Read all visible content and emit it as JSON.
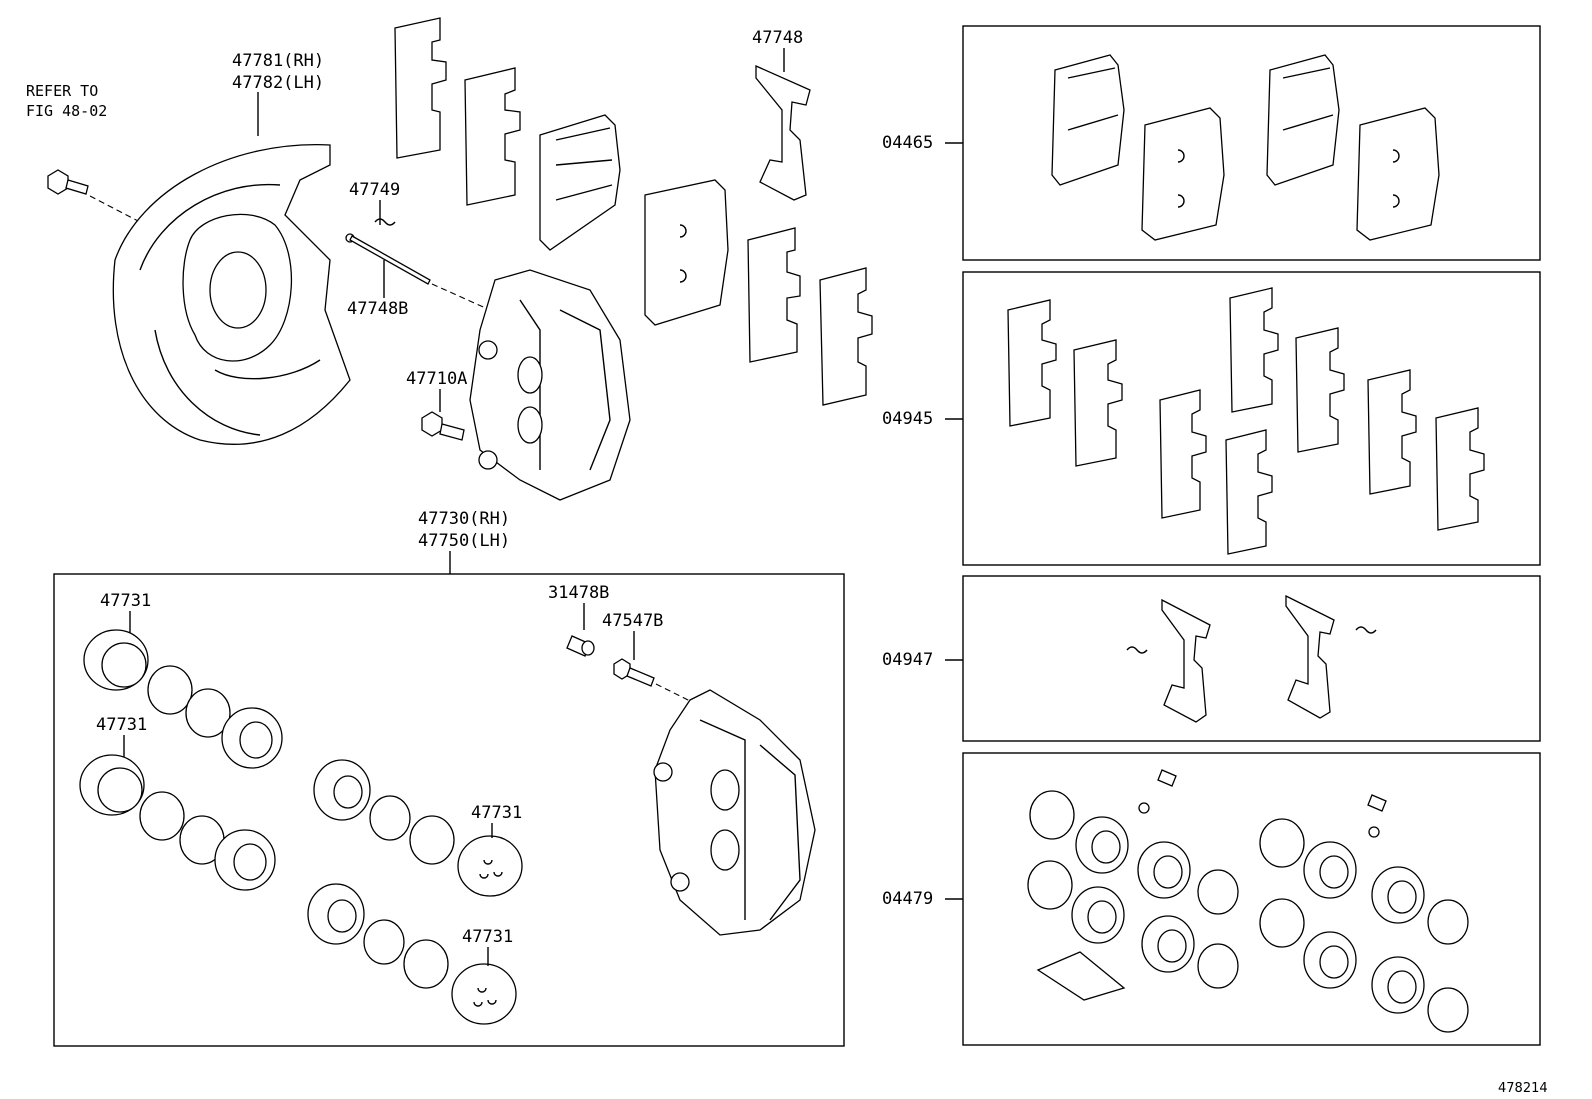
{
  "diagram": {
    "refer_line1": "REFER TO",
    "refer_line2": "FIG 48-02",
    "dust_cover_rh": "47781(RH)",
    "dust_cover_lh": "47782(LH)",
    "clip": "47749",
    "pin": "47748B",
    "spring": "47748",
    "bolt": "47710A",
    "caliper_rh": "47730(RH)",
    "caliper_lh": "47750(LH)",
    "piston_a": "47731",
    "piston_b": "47731",
    "piston_c": "47731",
    "piston_d": "47731",
    "cap": "31478B",
    "bleeder": "47547B",
    "kit_pads": "04465",
    "kit_shims": "04945",
    "kit_fitting": "04947",
    "kit_cylinder": "04479",
    "figure_number": "478214"
  }
}
